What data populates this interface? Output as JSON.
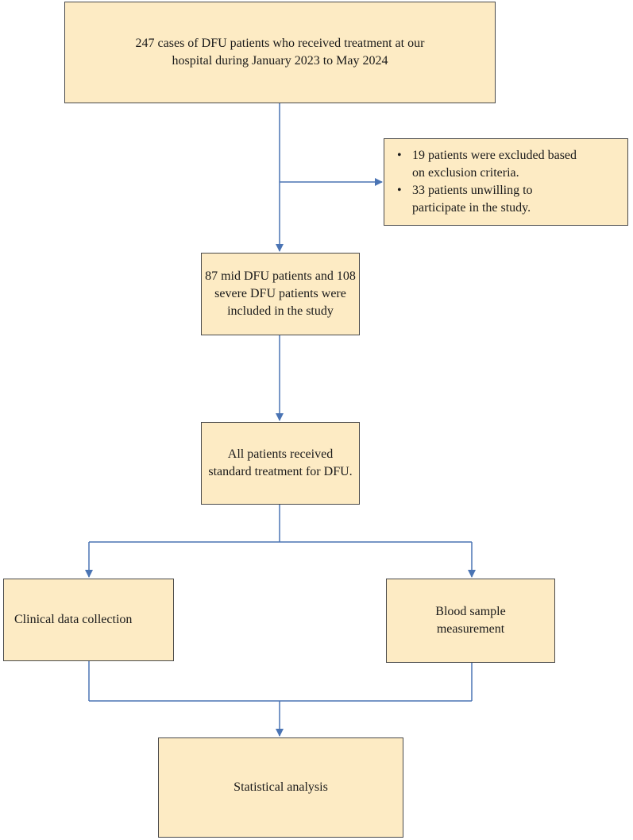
{
  "flowchart": {
    "intake": "247 cases of DFU patients who received treatment at our hospital during January 2023 to May 2024",
    "exclusions": [
      "19 patients were excluded based on exclusion criteria.",
      "33 patients unwilling to participate in the study."
    ],
    "enrolled": "87 mid DFU patients and 108 severe DFU patients were included in the study",
    "treatment": "All patients received standard treatment for DFU.",
    "clinical": "Clinical data collection",
    "blood": "Blood sample measurement",
    "stats": "Statistical analysis"
  },
  "colors": {
    "box_fill": "#fdebc4",
    "box_border": "#4a4a4a",
    "arrow": "#4a74b4"
  }
}
